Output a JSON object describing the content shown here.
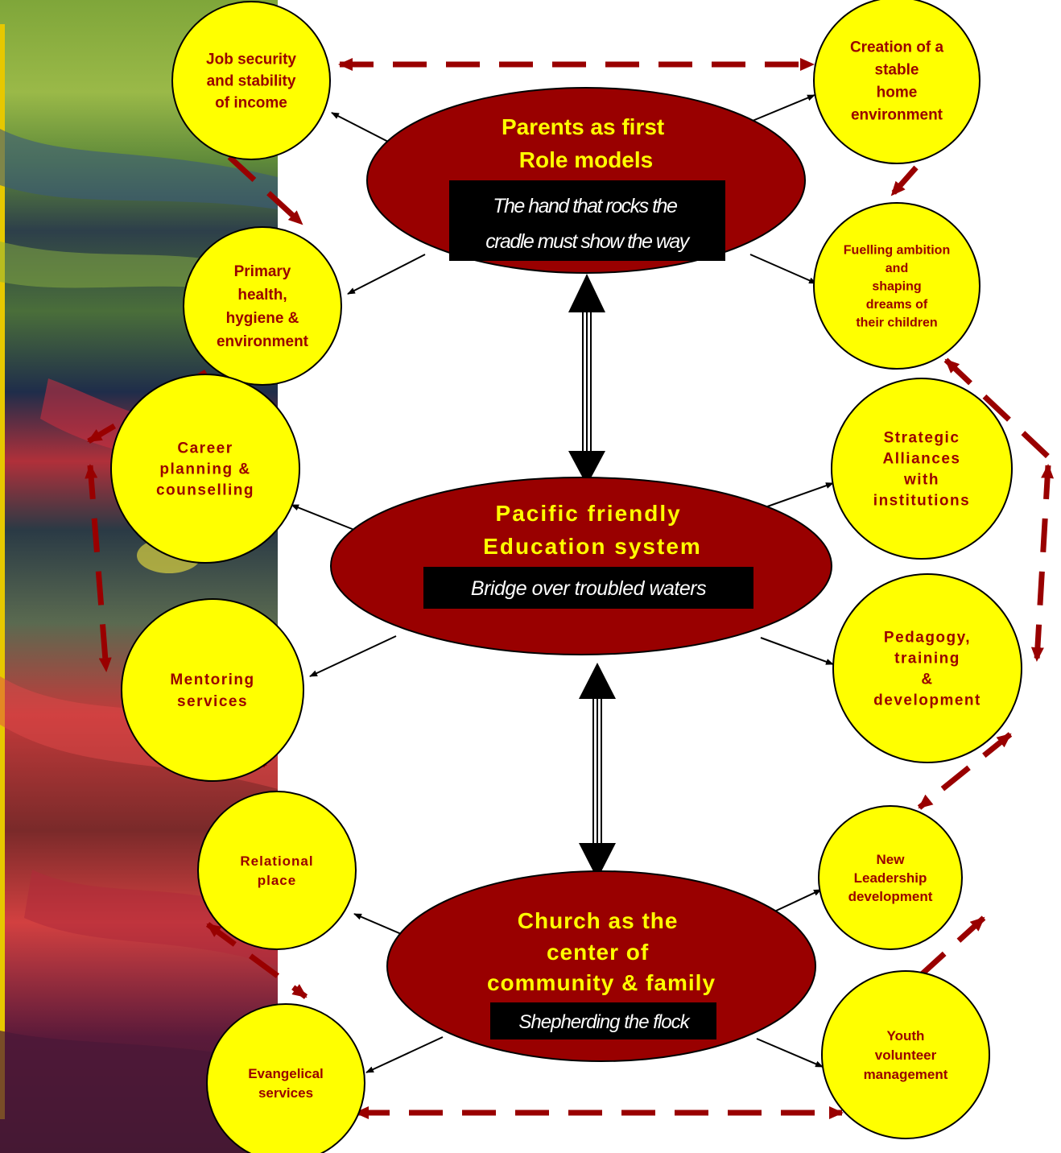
{
  "colors": {
    "node_fill": "#ffff00",
    "node_text": "#990000",
    "hub_fill": "#990000",
    "hub_title": "#ffff00",
    "caption_bg": "#000000",
    "caption_text": "#ffffff",
    "dashed_link": "#990000",
    "link": "#000000"
  },
  "hubs": {
    "parents": {
      "title": [
        "Parents as first",
        "Role models"
      ],
      "caption": [
        "The hand that rocks the",
        "cradle must show the way"
      ]
    },
    "education": {
      "title": [
        "Pacific friendly",
        "Education system"
      ],
      "caption": [
        "Bridge over troubled waters"
      ]
    },
    "church": {
      "title": [
        "Church as the",
        "center of",
        "community & family"
      ],
      "caption": [
        "Shepherding the flock"
      ]
    }
  },
  "nodes": {
    "job_security": [
      "Job security",
      "and stability",
      "of income"
    ],
    "stable_home": [
      "Creation of a",
      "stable",
      "home",
      "environment"
    ],
    "primary_health": [
      "Primary",
      "health,",
      "hygiene &",
      "environment"
    ],
    "fuelling_ambition": [
      "Fuelling ambition",
      "and",
      "shaping",
      "dreams of",
      "their children"
    ],
    "career_planning": [
      "Career",
      "planning &",
      "counselling"
    ],
    "strategic_alliances": [
      "Strategic",
      "Alliances",
      "with",
      "institutions"
    ],
    "mentoring": [
      "Mentoring",
      "services"
    ],
    "pedagogy": [
      "Pedagogy,",
      "training",
      "&",
      "development"
    ],
    "relational_place": [
      "Relational",
      "place"
    ],
    "new_leadership": [
      "New",
      "Leadership",
      "development"
    ],
    "evangelical": [
      "Evangelical",
      "services"
    ],
    "youth_volunteer": [
      "Youth",
      "volunteer",
      "management"
    ]
  }
}
